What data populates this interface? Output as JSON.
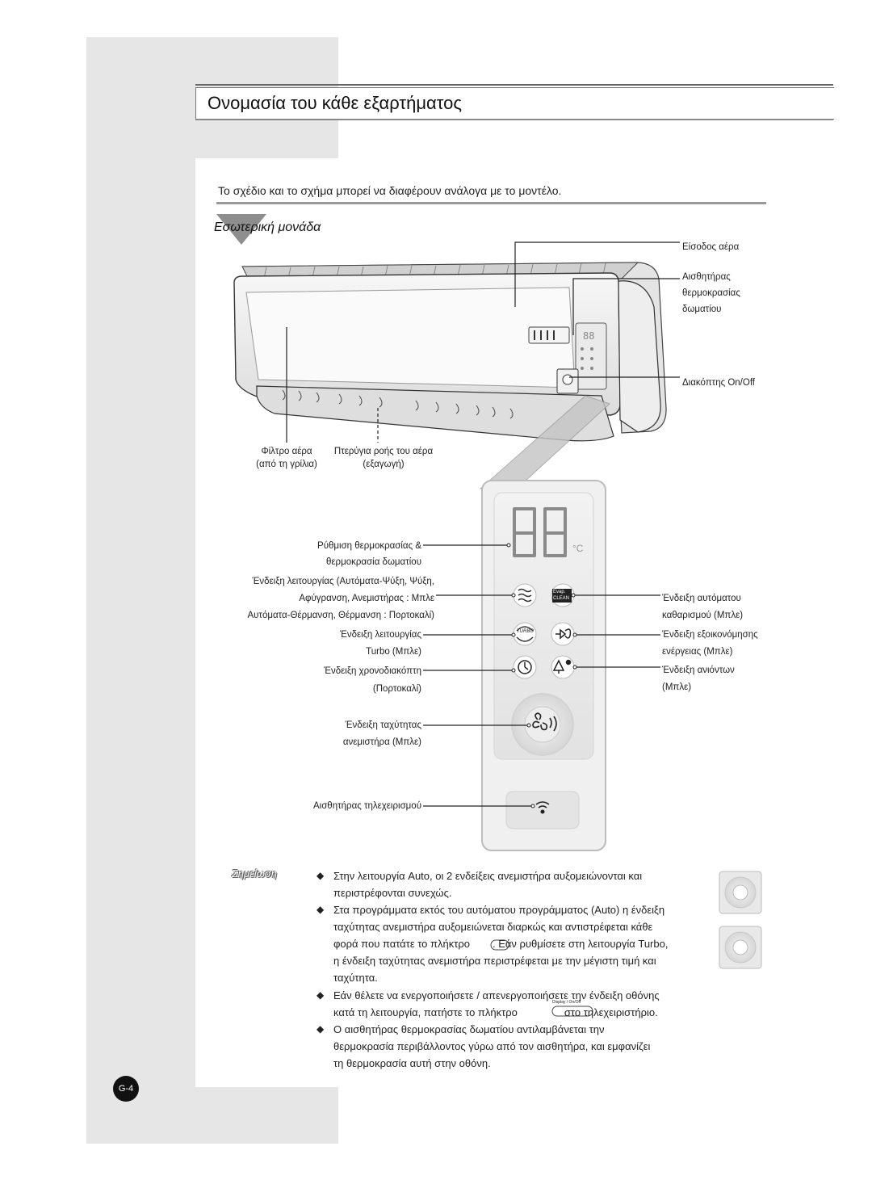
{
  "page": {
    "title": "Ονομασία του κάθε εξαρτήματος",
    "subtitle": "Το σχέδιο και το σχήμα μπορεί να διαφέρουν ανάλογα με το μοντέλο.",
    "section": "Εσωτερική μονάδα",
    "page_number": "G-4"
  },
  "unit_labels": {
    "air_inlet": "Είσοδος αέρα",
    "room_sensor_1": "Αισθητήρας",
    "room_sensor_2": "θερμοκρασίας",
    "room_sensor_3": "δωματίου",
    "onoff_switch": "Διακόπτης On/Off",
    "air_filter_1": "Φίλτρο αέρα",
    "air_filter_2": "(από τη γρίλια)",
    "louvers_1": "Πτερύγια ροής του αέρα",
    "louvers_2": "(εξαγωγή)"
  },
  "display": {
    "digits": "88",
    "unit": "°C",
    "evap_label_1": "Evap.",
    "evap_label_2": "CLEAN",
    "turbo_label": "TURBO"
  },
  "display_labels": {
    "temp_1": "Ρύθμιση θερμοκρασίας &",
    "temp_2": "θερμοκρασία δωματίου",
    "mode_1": "Ένδειξη λειτουργίας (Αυτόματα-Ψύξη, Ψύξη,",
    "mode_2": "Αφύγρανση, Ανεμιστήρας : Μπλε",
    "mode_3": "Αυτόματα-Θέρμανση, Θέρμανση : Πορτοκαλί)",
    "turbo_1": "Ένδειξη λειτουργίας",
    "turbo_2": "Turbo (Μπλε)",
    "timer_1": "Ένδειξη χρονοδιακόπτη",
    "timer_2": "(Πορτοκαλί)",
    "fan_1": "Ένδειξη ταχύτητας",
    "fan_2": "ανεμιστήρα (Μπλε)",
    "remote": "Αισθητήρας τηλεχειρισμού",
    "autoclean_1": "Ένδειξη αυτόματου",
    "autoclean_2": "καθαρισμού (Μπλε)",
    "energy_1": "Ένδειξη εξοικονόμησης",
    "energy_2": "ενέργειας (Μπλε)",
    "ion_1": "Ένδειξη ανιόντων",
    "ion_2": "(Μπλε)"
  },
  "notes": {
    "heading": "Σημείωση",
    "bullet": "◆",
    "n1_l1": "Στην λειτουργία Auto, οι 2 ενδείξεις ανεμιστήρα αυξομειώνονται και",
    "n1_l2": "περιστρέφονται συνεχώς.",
    "n2_l1": "Στα προγράμματα εκτός του αυτόματου προγράμματος (Auto) η ένδειξη",
    "n2_l2": "ταχύτητας ανεμιστήρα αυξομειώνεται διαρκώς και αντιστρέφεται κάθε",
    "n2_l3a": "φορά που πατάτε το πλήκτρο",
    "n2_l3b": ". Εάν ρυθμίσετε στη λειτουργία Turbo,",
    "n2_l4": "η ένδειξη ταχύτητας ανεμιστήρα περιστρέφεται με την μέγιστη τιμή και",
    "n2_l5": "ταχύτητα.",
    "n3_l1": "Εάν θέλετε να ενεργοποιήσετε / απενεργοποιήσετε την ένδειξη οθόνης",
    "n3_l2a": "κατά τη λειτουργία, πατήστε το πλήκτρο",
    "n3_l2b": "στο τηλεχειριστήριο.",
    "n3_button": "Display / On/Off",
    "n4_l1": "Ο αισθητήρας θερμοκρασίας δωματίου αντιλαμβάνεται την",
    "n4_l2": "θερμοκρασία περιβάλλοντος γύρω από τον αισθητήρα, και εμφανίζει",
    "n4_l3": "τη θερμοκρασία αυτή στην οθόνη."
  },
  "colors": {
    "band": "#e6e6e6",
    "panel": "#ebebeb",
    "pointer": "#b4b4b4"
  }
}
